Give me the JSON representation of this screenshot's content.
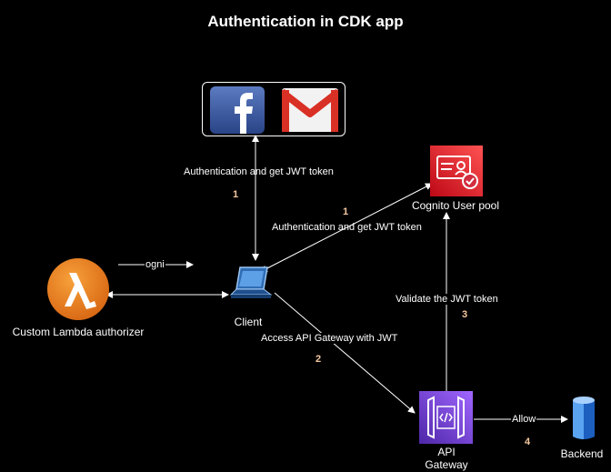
{
  "title": "Authentication in CDK app",
  "nodes": {
    "client": "Client",
    "cognito": "Cognito User pool",
    "lambda": "Custom Lambda authorizer",
    "api_gateway_line1": "API",
    "api_gateway_line2": "Gateway",
    "backend": "Backend"
  },
  "edges": {
    "idp_auth": "Authentication and get JWT token",
    "idp_auth_step": "1",
    "cognito_auth": "Authentication and get JWT token",
    "cognito_auth_step": "1",
    "lambda_partial": "ogni",
    "access_api": "Access API Gateway with JWT",
    "access_api_step": "2",
    "validate_jwt": "Validate the JWT token",
    "validate_step": "3",
    "allow": "Allow",
    "allow_step": "4"
  },
  "colors": {
    "background": "#000000",
    "lambda_orange": "#ED7100",
    "cognito_red": "#DD344C",
    "api_gateway_purple": "#8C4FFF",
    "backend_blue": "#3B7DDD",
    "step_number": "#F5C9A0"
  },
  "icons": {
    "facebook": "facebook-icon",
    "gmail": "gmail-icon",
    "cognito": "cognito-user-pool-icon",
    "lambda": "lambda-icon",
    "client": "laptop-icon",
    "api_gateway": "api-gateway-icon",
    "backend": "database-icon"
  }
}
